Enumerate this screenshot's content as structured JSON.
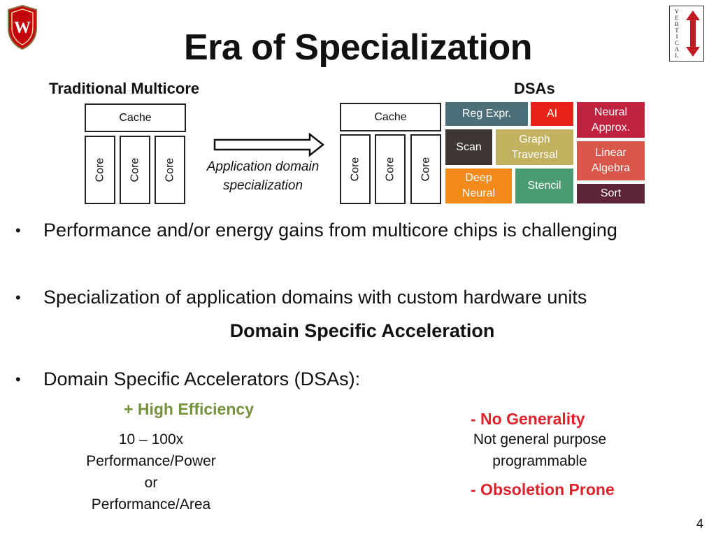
{
  "slide": {
    "title": "Era of Specialization",
    "page_number": "4"
  },
  "logos": {
    "left": "university-crest",
    "right_letters": [
      "V",
      "E",
      "R",
      "T",
      "I",
      "C",
      "A",
      "L"
    ]
  },
  "traditional": {
    "label": "Traditional Multicore",
    "cache_label": "Cache",
    "cores": [
      "Core",
      "Core",
      "Core"
    ]
  },
  "arrow": {
    "label_line1": "Application domain",
    "label_line2": "specialization"
  },
  "dsa_side": {
    "label": "DSAs",
    "cache_label": "Cache",
    "cores": [
      "Core",
      "Core",
      "Core"
    ],
    "blocks": [
      {
        "key": "reg",
        "label": "Reg Expr.",
        "color": "#4d6f79"
      },
      {
        "key": "ai",
        "label": "AI",
        "color": "#e8231a"
      },
      {
        "key": "neural_approx",
        "label": "Neural Approx.",
        "color": "#c0233f"
      },
      {
        "key": "scan",
        "label": "Scan",
        "color": "#3d3633"
      },
      {
        "key": "graph",
        "label": "Graph Traversal",
        "color": "#c2b25f"
      },
      {
        "key": "linear",
        "label": "Linear Algebra",
        "color": "#d8574a"
      },
      {
        "key": "deep",
        "label": "Deep Neural",
        "color": "#f28a1c"
      },
      {
        "key": "stencil",
        "label": "Stencil",
        "color": "#4a9a72"
      },
      {
        "key": "sort",
        "label": "Sort",
        "color": "#5d2535"
      }
    ]
  },
  "bullets": [
    "Performance and/or energy gains from multicore chips is challenging",
    "Specialization of application domains with custom hardware units",
    "Domain Specific Accelerators (DSAs):"
  ],
  "dsa_heading": "Domain Specific Acceleration",
  "pros": {
    "heading": "+ High Efficiency",
    "line1": "10 – 100x",
    "line2": "Performance/Power",
    "line3": "or",
    "line4": "Performance/Area"
  },
  "cons": {
    "heading1": "- No Generality",
    "line1": "Not general purpose",
    "line2": "programmable",
    "heading2": "- Obsoletion Prone"
  },
  "colors": {
    "pro_green": "#76923c",
    "con_red": "#e0202a"
  }
}
